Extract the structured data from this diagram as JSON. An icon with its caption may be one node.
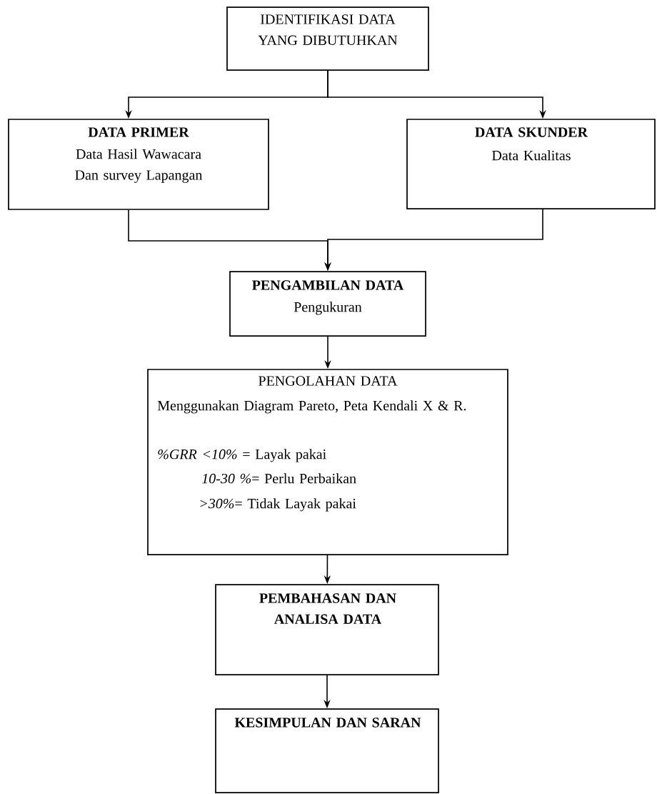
{
  "diagram": {
    "nodes": [
      {
        "text": [
          "IDENTIFIKASI DATA YANG DIBUTUHKAN"
        ]
      },
      {
        "text": [
          "DATA PRIMER",
          "Data Hasil Wawacara Dan survey Lapangan"
        ]
      },
      {
        "text": [
          "DATA SKUNDER",
          "Data Kualitas"
        ]
      },
      {
        "text": [
          "PENGAMBILAN DATA",
          "Pengukuran"
        ]
      },
      {
        "text": [
          "PENGOLAHAN DATA",
          "Menggunakan Diagram Pareto, Peta Kendali X & R.",
          "*%GRR   <10%* = Layak pakai",
          "*10-30 %*= Perlu Perbaikan",
          "*>30%*= Tidak Layak pakai"
        ]
      },
      {
        "text": [
          "PEMBAHASAN DAN ANALISA DATA"
        ]
      },
      {
        "text": [
          "KESIMPULAN DAN SARAN"
        ]
      }
    ],
    "edges": [
      {
        "from": 0,
        "to": 1,
        "arrow": "to"
      },
      {
        "from": 0,
        "to": 2,
        "arrow": "to"
      },
      {
        "from": 1,
        "to": 3,
        "arrow": "to"
      },
      {
        "from": 2,
        "to": 3,
        "arrow": "to"
      },
      {
        "from": 3,
        "to": 4,
        "arrow": "to"
      },
      {
        "from": 4,
        "to": 5,
        "arrow": "to"
      },
      {
        "from": 5,
        "to": 6,
        "arrow": "to"
      }
    ]
  }
}
